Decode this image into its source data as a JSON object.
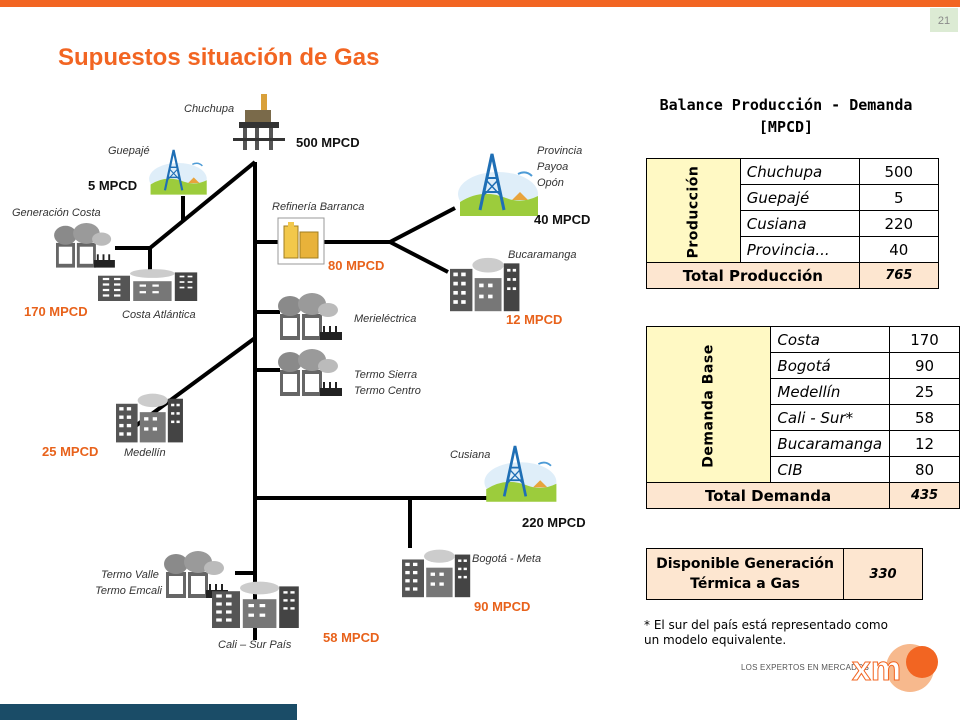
{
  "page_number": "21",
  "title": "Supuestos situación de Gas",
  "diagram": {
    "chuchupa": {
      "label": "Chuchupa",
      "value": "500 MPCD"
    },
    "guepaje": {
      "label": "Guepajé",
      "value": "5 MPCD"
    },
    "generacion_costa": {
      "label": "Generación Costa"
    },
    "costa_atlantica": {
      "label": "Costa Atlántica",
      "value": "170 MPCD"
    },
    "refineria": {
      "label": "Refinería Barranca",
      "value": "80 MPCD"
    },
    "provincia": {
      "label_lines": [
        "Provincia",
        "Payoa",
        "Opón"
      ],
      "value": "40 MPCD"
    },
    "bucaramanga": {
      "label": "Bucaramanga",
      "value": "12 MPCD"
    },
    "merilectrica": {
      "label": "Merieléctrica"
    },
    "termo_sierra": {
      "label_lines": [
        "Termo Sierra",
        "Termo Centro"
      ]
    },
    "medellin": {
      "label": "Medellín",
      "value": "25 MPCD"
    },
    "cusiana": {
      "label": "Cusiana",
      "value": "220 MPCD"
    },
    "bogota": {
      "label": "Bogotá - Meta",
      "value": "90 MPCD"
    },
    "termo_valle": {
      "label_lines": [
        "Termo Valle",
        "Termo Emcali"
      ]
    },
    "cali": {
      "label": "Cali – Sur País",
      "value": "58 MPCD"
    }
  },
  "balance": {
    "title_line1": "Balance Producción - Demanda",
    "title_line2": "[MPCD]",
    "produccion": {
      "side_label": "Producción",
      "rows": [
        {
          "name": "Chuchupa",
          "value": "500"
        },
        {
          "name": "Guepajé",
          "value": "5"
        },
        {
          "name": "Cusiana",
          "value": "220"
        },
        {
          "name": "Provincia...",
          "value": "40"
        }
      ],
      "total_label": "Total Producción",
      "total_value": "765"
    },
    "demanda": {
      "side_label": "Demanda Base",
      "rows": [
        {
          "name": "Costa",
          "value": "170"
        },
        {
          "name": "Bogotá",
          "value": "90"
        },
        {
          "name": "Medellín",
          "value": "25"
        },
        {
          "name": "Cali - Sur*",
          "value": "58"
        },
        {
          "name": "Bucaramanga",
          "value": "12"
        },
        {
          "name": "CIB",
          "value": "80"
        }
      ],
      "total_label": "Total Demanda",
      "total_value": "435"
    },
    "disponible": {
      "label_line1": "Disponible Generación",
      "label_line2": "Térmica a Gas",
      "value": "330"
    }
  },
  "note": "* El sur del país está representado como un modelo equivalente.",
  "logo": {
    "tagline": "LOS EXPERTOS EN MERCADOS",
    "brand": "xm"
  },
  "colors": {
    "accent": "#f26522",
    "dark_blue": "#1a4c67",
    "yellow_fill": "#fff9c4",
    "peach_fill": "#fde6d0"
  }
}
